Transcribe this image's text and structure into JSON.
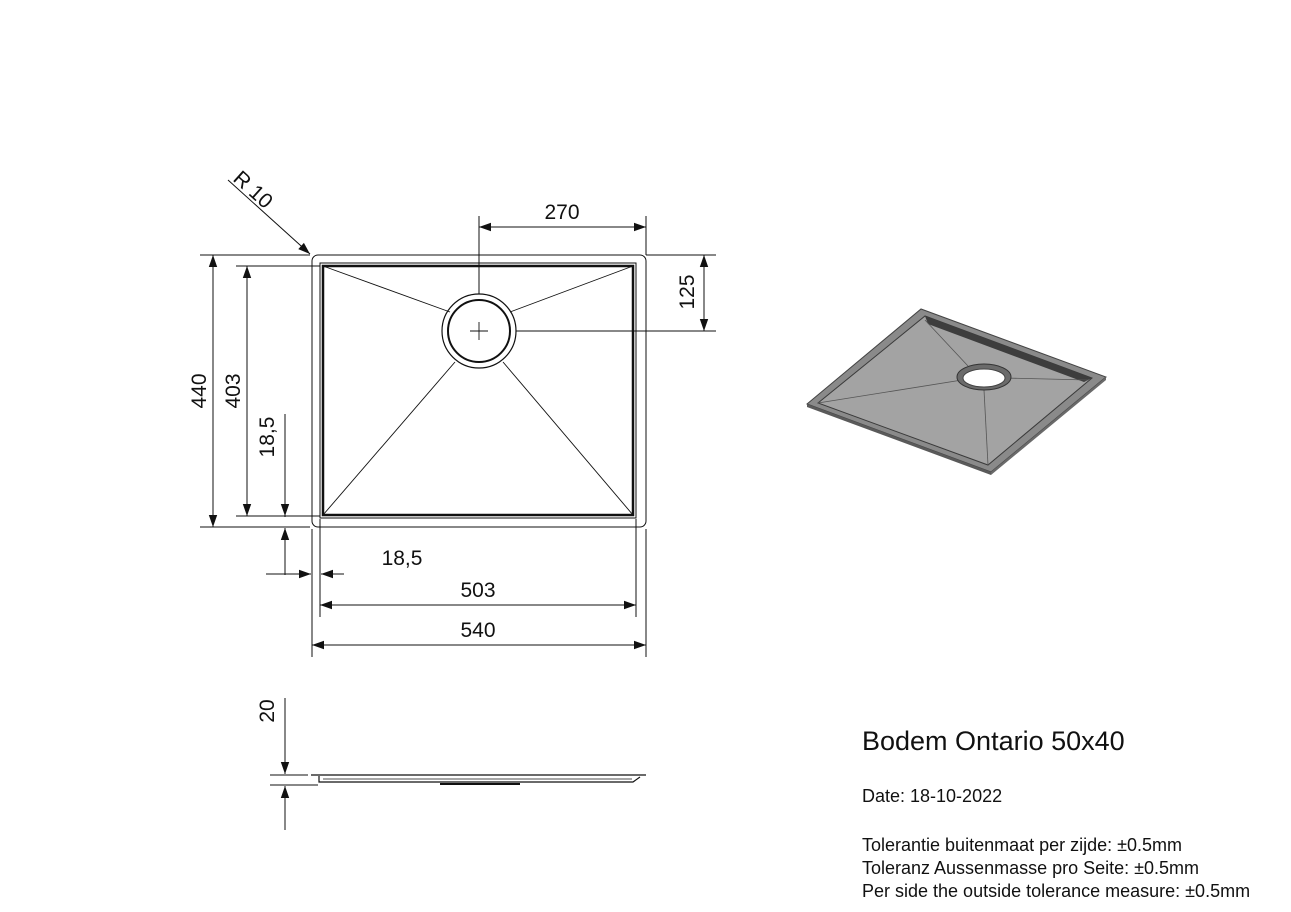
{
  "drawing": {
    "title": "Bodem Ontario 50x40",
    "date": "Date: 18-10-2022",
    "tolerances": [
      "Tolerantie buitenmaat per zijde: ±0.5mm",
      "Toleranz Aussenmasse pro Seite: ±0.5mm",
      "Per side the outside tolerance measure: ±0.5mm"
    ],
    "dimensions": {
      "radius": "R 10",
      "drain_offset_x": "270",
      "drain_offset_y": "125",
      "outer_height": "440",
      "inner_height": "403",
      "edge_vertical": "18,5",
      "edge_horizontal": "18,5",
      "inner_width": "503",
      "outer_width": "540",
      "depth": "20"
    }
  }
}
